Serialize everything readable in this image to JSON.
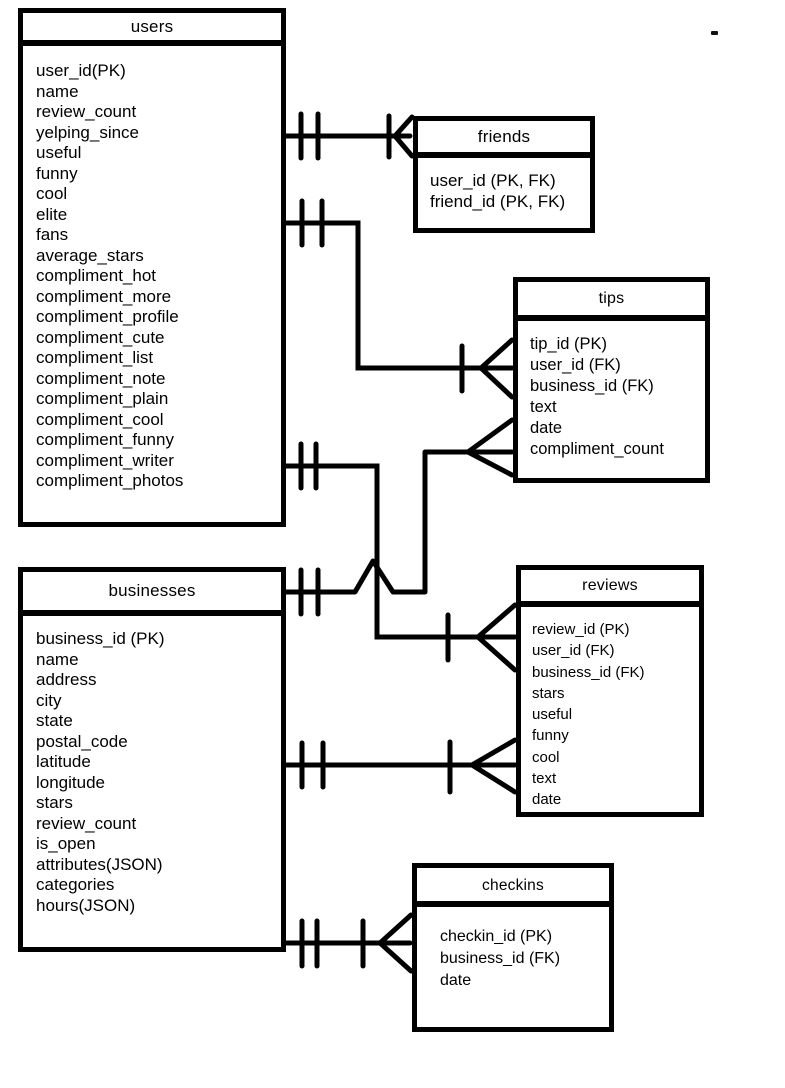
{
  "diagram_type": "entity-relationship-diagram",
  "colors": {
    "line": "#000000",
    "background": "#ffffff",
    "table_fill": "#ffffff",
    "text": "#000000"
  },
  "tables": {
    "users": {
      "title": "users",
      "fields": [
        "user_id(PK)",
        "name",
        "review_count",
        "yelping_since",
        "useful",
        "funny",
        "cool",
        "elite",
        "fans",
        "average_stars",
        "compliment_hot",
        "compliment_more",
        "compliment_profile",
        "compliment_cute",
        "compliment_list",
        "compliment_note",
        "compliment_plain",
        "compliment_cool",
        "compliment_funny",
        "compliment_writer",
        "compliment_photos"
      ]
    },
    "friends": {
      "title": "friends",
      "fields": [
        "user_id (PK, FK)",
        "friend_id (PK, FK)"
      ]
    },
    "tips": {
      "title": "tips",
      "fields": [
        "tip_id (PK)",
        "user_id (FK)",
        "business_id (FK)",
        "text",
        "date",
        "compliment_count"
      ]
    },
    "reviews": {
      "title": "reviews",
      "fields": [
        "review_id (PK)",
        "user_id (FK)",
        "business_id (FK)",
        "stars",
        "useful",
        "funny",
        "cool",
        "text",
        "date"
      ]
    },
    "businesses": {
      "title": "businesses",
      "fields": [
        "business_id (PK)",
        "name",
        "address",
        "city",
        "state",
        "postal_code",
        "latitude",
        "longitude",
        "stars",
        "review_count",
        "is_open",
        "attributes(JSON)",
        "categories",
        "hours(JSON)"
      ]
    },
    "checkins": {
      "title": "checkins",
      "fields": [
        "checkin_id (PK)",
        "business_id (FK)",
        "date"
      ]
    }
  },
  "relationships": [
    {
      "from": "users",
      "to": "friends",
      "from_cardinality": "one and only one",
      "to_cardinality": "one or many"
    },
    {
      "from": "users",
      "to": "tips",
      "from_cardinality": "one and only one",
      "to_cardinality": "one or many"
    },
    {
      "from": "users",
      "to": "reviews",
      "from_cardinality": "one and only one",
      "to_cardinality": "one or many"
    },
    {
      "from": "businesses",
      "to": "tips",
      "from_cardinality": "one and only one",
      "to_cardinality": "many"
    },
    {
      "from": "businesses",
      "to": "reviews",
      "from_cardinality": "one and only one",
      "to_cardinality": "one or many"
    },
    {
      "from": "businesses",
      "to": "checkins",
      "from_cardinality": "one and only one",
      "to_cardinality": "one or many"
    }
  ]
}
